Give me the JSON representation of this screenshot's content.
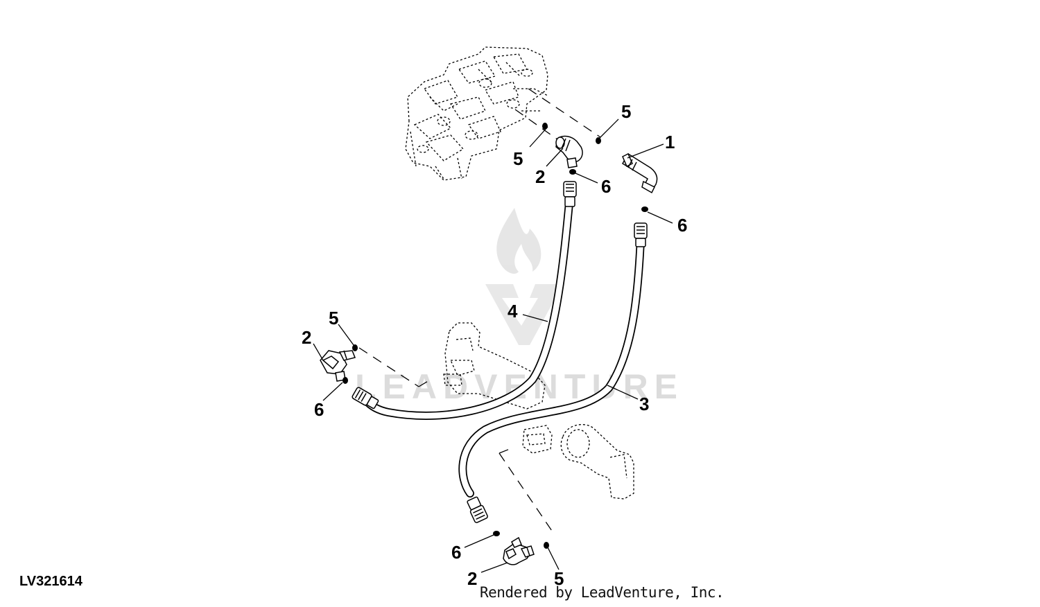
{
  "figure": {
    "id": "LV321614",
    "credit": "Rendered by LeadVenture, Inc."
  },
  "watermark": {
    "brand": "LEADVENTURE",
    "color": "#dcdcdc"
  },
  "callouts": {
    "c1": "1",
    "c2_valve": "2",
    "c2_left": "2",
    "c2_bottom": "2",
    "c3": "3",
    "c4": "4",
    "c5_top": "5",
    "c5_valve": "5",
    "c5_left": "5",
    "c5_bottom": "5",
    "c6_valve": "6",
    "c6_right": "6",
    "c6_left": "6",
    "c6_bottom": "6"
  },
  "colors": {
    "line": "#000000",
    "background": "#ffffff"
  }
}
